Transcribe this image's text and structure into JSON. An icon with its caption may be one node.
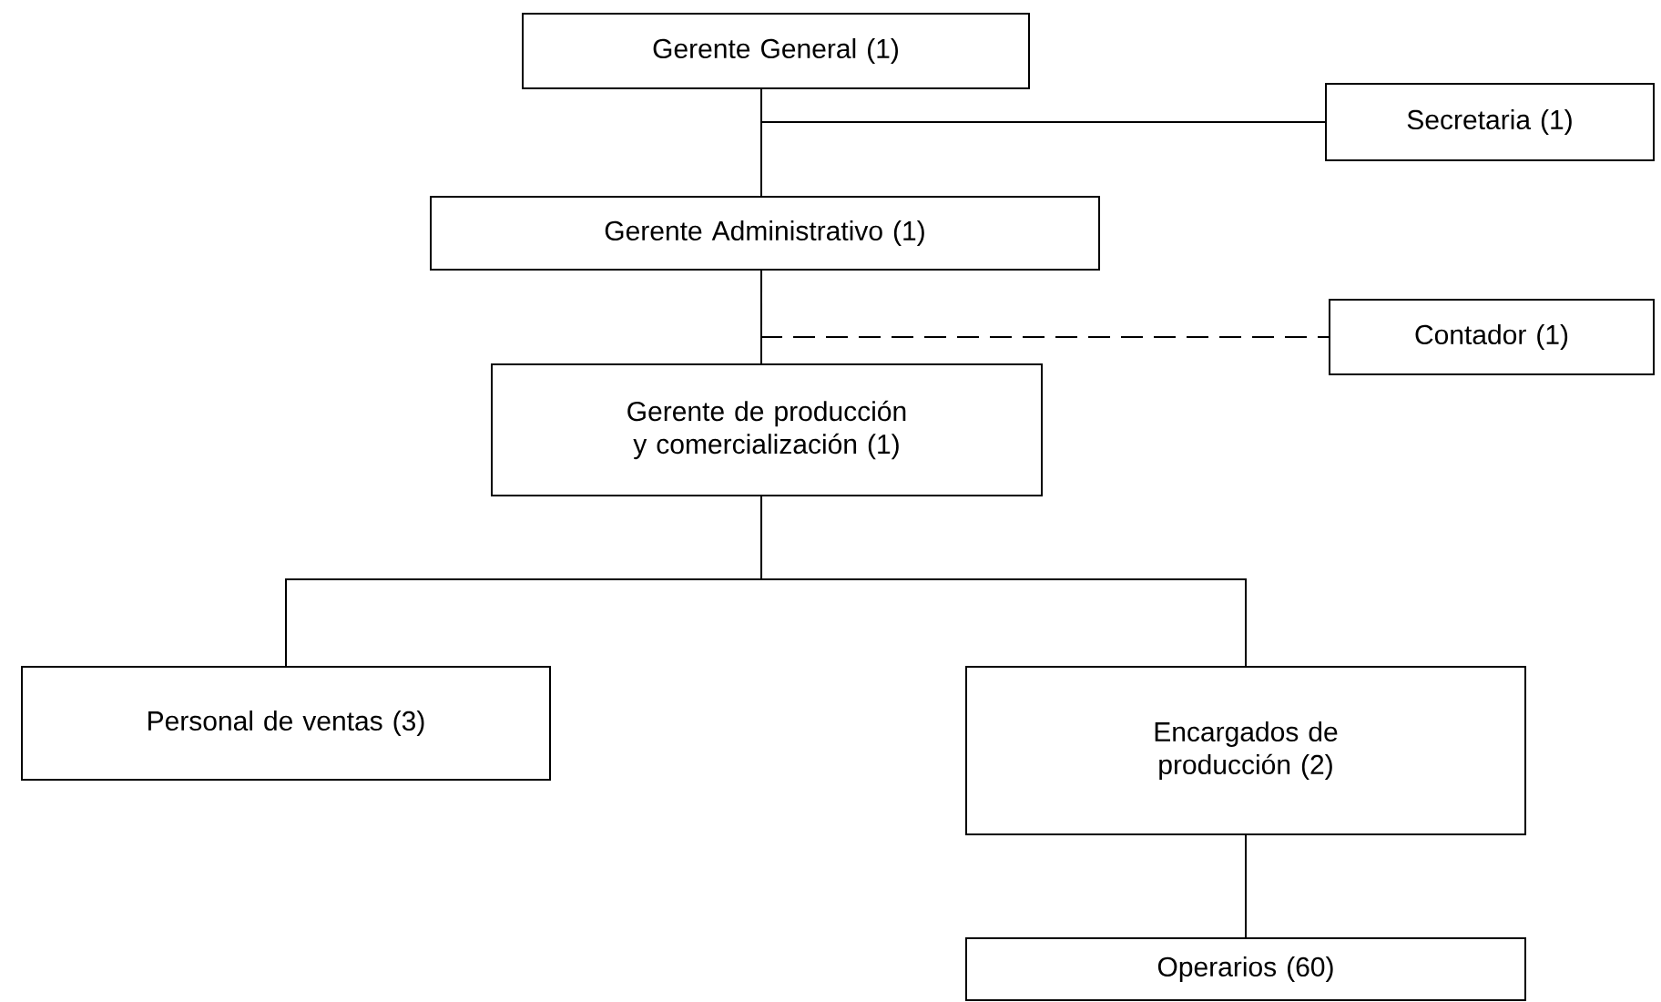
{
  "diagram": {
    "nodes": [
      {
        "text": [
          "Gerente General (1)"
        ]
      },
      {
        "text": [
          "Secretaria (1)"
        ]
      },
      {
        "text": [
          "Gerente Administrativo (1)"
        ]
      },
      {
        "text": [
          "Contador (1)"
        ]
      },
      {
        "text": [
          "Gerente de producción y comercialización (1)"
        ]
      },
      {
        "text": [
          "Personal de ventas (3)"
        ]
      },
      {
        "text": [
          "Encargados de producción (2)"
        ]
      },
      {
        "text": [
          "Operarios (60)"
        ]
      }
    ],
    "edges": [
      {
        "from": 0,
        "to": 1,
        "arrow": "none"
      },
      {
        "from": 0,
        "to": 2,
        "arrow": "none"
      },
      {
        "from": 2,
        "to": 3,
        "arrow": "none",
        "style": "dashed"
      },
      {
        "from": 2,
        "to": 4,
        "arrow": "none"
      },
      {
        "from": 4,
        "to": 5,
        "arrow": "none"
      },
      {
        "from": 4,
        "to": 6,
        "arrow": "none"
      },
      {
        "from": 6,
        "to": 7,
        "arrow": "none"
      }
    ]
  }
}
